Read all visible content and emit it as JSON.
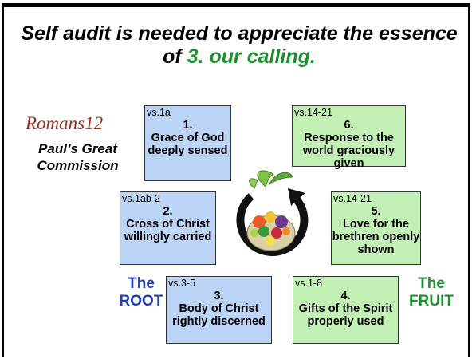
{
  "title": {
    "prefix": "Self audit is needed to appreciate the essence of ",
    "highlight": "3. our calling."
  },
  "romans": "Romans12",
  "subtitle": "Paul’s Great Commission",
  "boxes": [
    {
      "vs": "vs.1a",
      "num": "1.",
      "text": "Grace of God deeply sensed"
    },
    {
      "vs": "vs.1ab-2",
      "num": "2.",
      "text": "Cross of Christ willingly carried"
    },
    {
      "vs": "vs.3-5",
      "num": "3.",
      "text": "Body of Christ rightly discerned"
    },
    {
      "vs": "vs.1-8",
      "num": "4.",
      "text": "Gifts of the Spirit properly used"
    },
    {
      "vs": "vs.14-21",
      "num": "5.",
      "text": "Love for the brethren openly shown"
    },
    {
      "vs": "vs.14-21",
      "num": "6.",
      "text": "Response to the world graciously given"
    }
  ],
  "labels": {
    "root": "The ROOT",
    "fruit": "The FRUIT"
  },
  "colors": {
    "blue_box": "#bcd4f5",
    "green_box": "#c2f0b4",
    "root_text": "#1f3fbf",
    "fruit_text": "#1e8f2e",
    "romans_text": "#9a2a1e"
  },
  "graphic": {
    "icon": "fruit-bowl-cycle-icon"
  }
}
